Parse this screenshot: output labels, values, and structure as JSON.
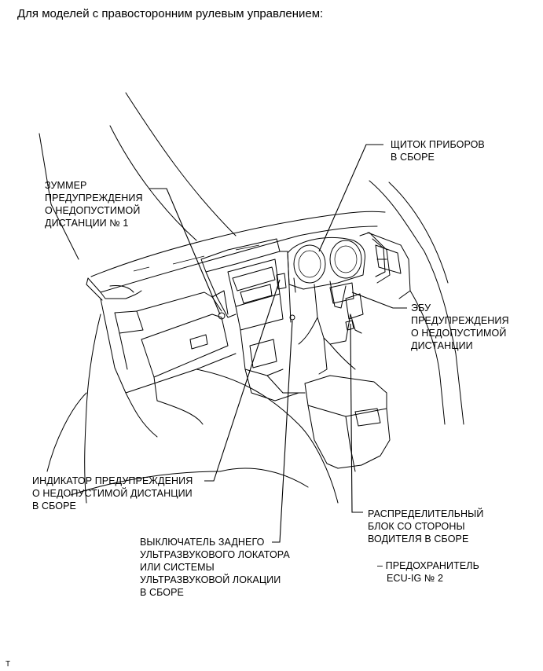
{
  "title": "Для моделей с правосторонним рулевым управлением:",
  "labels": {
    "buzzer": [
      "ЗУММЕР",
      "ПРЕДУПРЕЖДЕНИЯ",
      "О НЕДОПУСТИМОЙ",
      "ДИСТАНЦИИ № 1"
    ],
    "cluster": [
      "ЩИТОК ПРИБОРОВ",
      "В СБОРЕ"
    ],
    "ecu": [
      "ЭБУ",
      "ПРЕДУПРЕЖДЕНИЯ",
      "О НЕДОПУСТИМОЙ",
      "ДИСТАНЦИИ"
    ],
    "indicator": [
      "ИНДИКАТОР ПРЕДУПРЕЖДЕНИЯ",
      "О НЕДОПУСТИМОЙ ДИСТАНЦИИ",
      "В СБОРЕ"
    ],
    "junction": [
      "РАСПРЕДЕЛИТЕЛЬНЫЙ",
      "БЛОК СО СТОРОНЫ",
      "ВОДИТЕЛЯ В СБОРЕ"
    ],
    "fuse": [
      "– ПРЕДОХРАНИТЕЛЬ",
      "ECU-IG № 2"
    ],
    "switch": [
      "ВЫКЛЮЧАТЕЛЬ ЗАДНЕГО",
      "УЛЬТРАЗВУКОВОГО ЛОКАТОРА",
      "ИЛИ СИСТЕМЫ",
      "УЛЬТРАЗВУКОВОЙ ЛОКАЦИИ",
      "В СБОРЕ"
    ]
  },
  "page_id": "T"
}
